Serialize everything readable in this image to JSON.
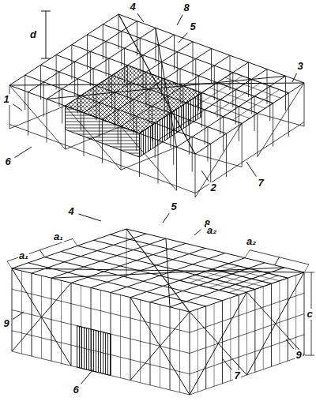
{
  "diagram": {
    "labels": [
      "d",
      "4",
      "8",
      "5",
      "3",
      "1",
      "6",
      "7",
      "2",
      "4",
      "5",
      "8",
      "a₁",
      "a₁",
      "a₂",
      "a₂",
      "c",
      "9",
      "9",
      "7",
      "6"
    ]
  }
}
